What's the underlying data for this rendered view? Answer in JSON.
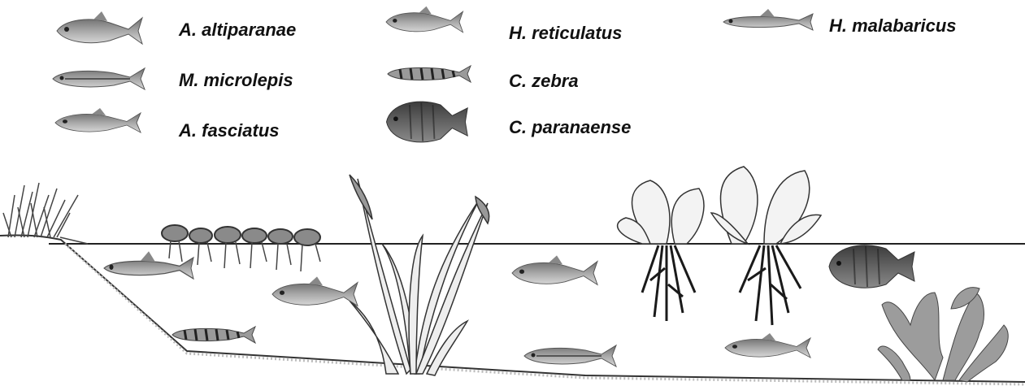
{
  "legend": {
    "species": [
      {
        "id": "altiparanae",
        "name": "A. altiparanae",
        "icon": "tetra-fish-icon"
      },
      {
        "id": "microlepis",
        "name": "M. microlepis",
        "icon": "slender-fish-icon"
      },
      {
        "id": "fasciatus",
        "name": "A. fasciatus",
        "icon": "tetra-fish-icon"
      },
      {
        "id": "reticulatus",
        "name": "H. reticulatus",
        "icon": "tetra-fish-icon"
      },
      {
        "id": "zebra",
        "name": "C. zebra",
        "icon": "striped-fish-icon"
      },
      {
        "id": "paranaense",
        "name": "C. paranaense",
        "icon": "cichlid-fish-icon"
      },
      {
        "id": "malabaricus",
        "name": "H. malabaricus",
        "icon": "elongate-fish-icon"
      }
    ]
  },
  "scene": {
    "habitat_elements": [
      "grass-tuft-icon",
      "floating-root-mat-icon",
      "emergent-plant-icon",
      "floating-macrophyte-icon",
      "submerged-plant-icon"
    ]
  }
}
